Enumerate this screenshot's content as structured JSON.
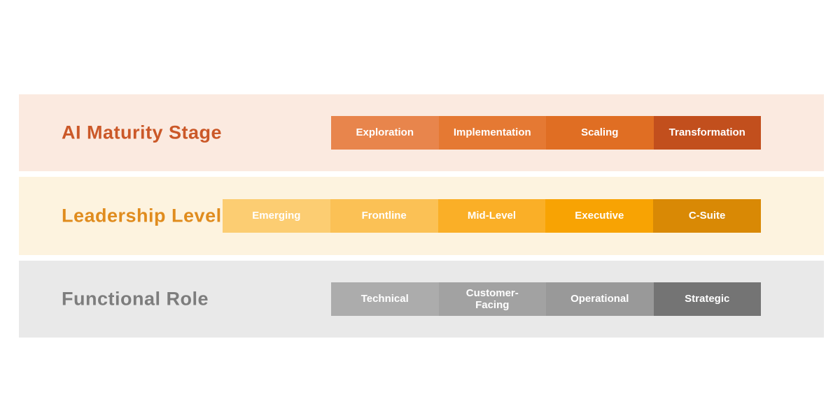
{
  "page": {
    "background": "#FFFFFF"
  },
  "rows": [
    {
      "label": "AI Maturity Stage",
      "label_color": "#CB5828",
      "band_background": "#FBEAE0",
      "segments": [
        {
          "label": "Exploration",
          "color": "#E8854C"
        },
        {
          "label": "Implementation",
          "color": "#E57933"
        },
        {
          "label": "Scaling",
          "color": "#E06E23"
        },
        {
          "label": "Transformation",
          "color": "#C24F1D"
        }
      ]
    },
    {
      "label": "Leadership Level",
      "label_color": "#E08C1E",
      "band_background": "#FDF3DF",
      "segments": [
        {
          "label": "Emerging",
          "color": "#FCCD72"
        },
        {
          "label": "Frontline",
          "color": "#FBC155"
        },
        {
          "label": "Mid-Level",
          "color": "#FAAF27"
        },
        {
          "label": "Executive",
          "color": "#F8A303"
        },
        {
          "label": "C-Suite",
          "color": "#D98905"
        }
      ]
    },
    {
      "label": "Functional Role",
      "label_color": "#7D7D7D",
      "band_background": "#E9E9E9",
      "segments": [
        {
          "label": "Technical",
          "color": "#ACACAC"
        },
        {
          "label": "Customer-Facing",
          "color": "#A2A2A2"
        },
        {
          "label": "Operational",
          "color": "#999999"
        },
        {
          "label": "Strategic",
          "color": "#747474"
        }
      ]
    }
  ]
}
